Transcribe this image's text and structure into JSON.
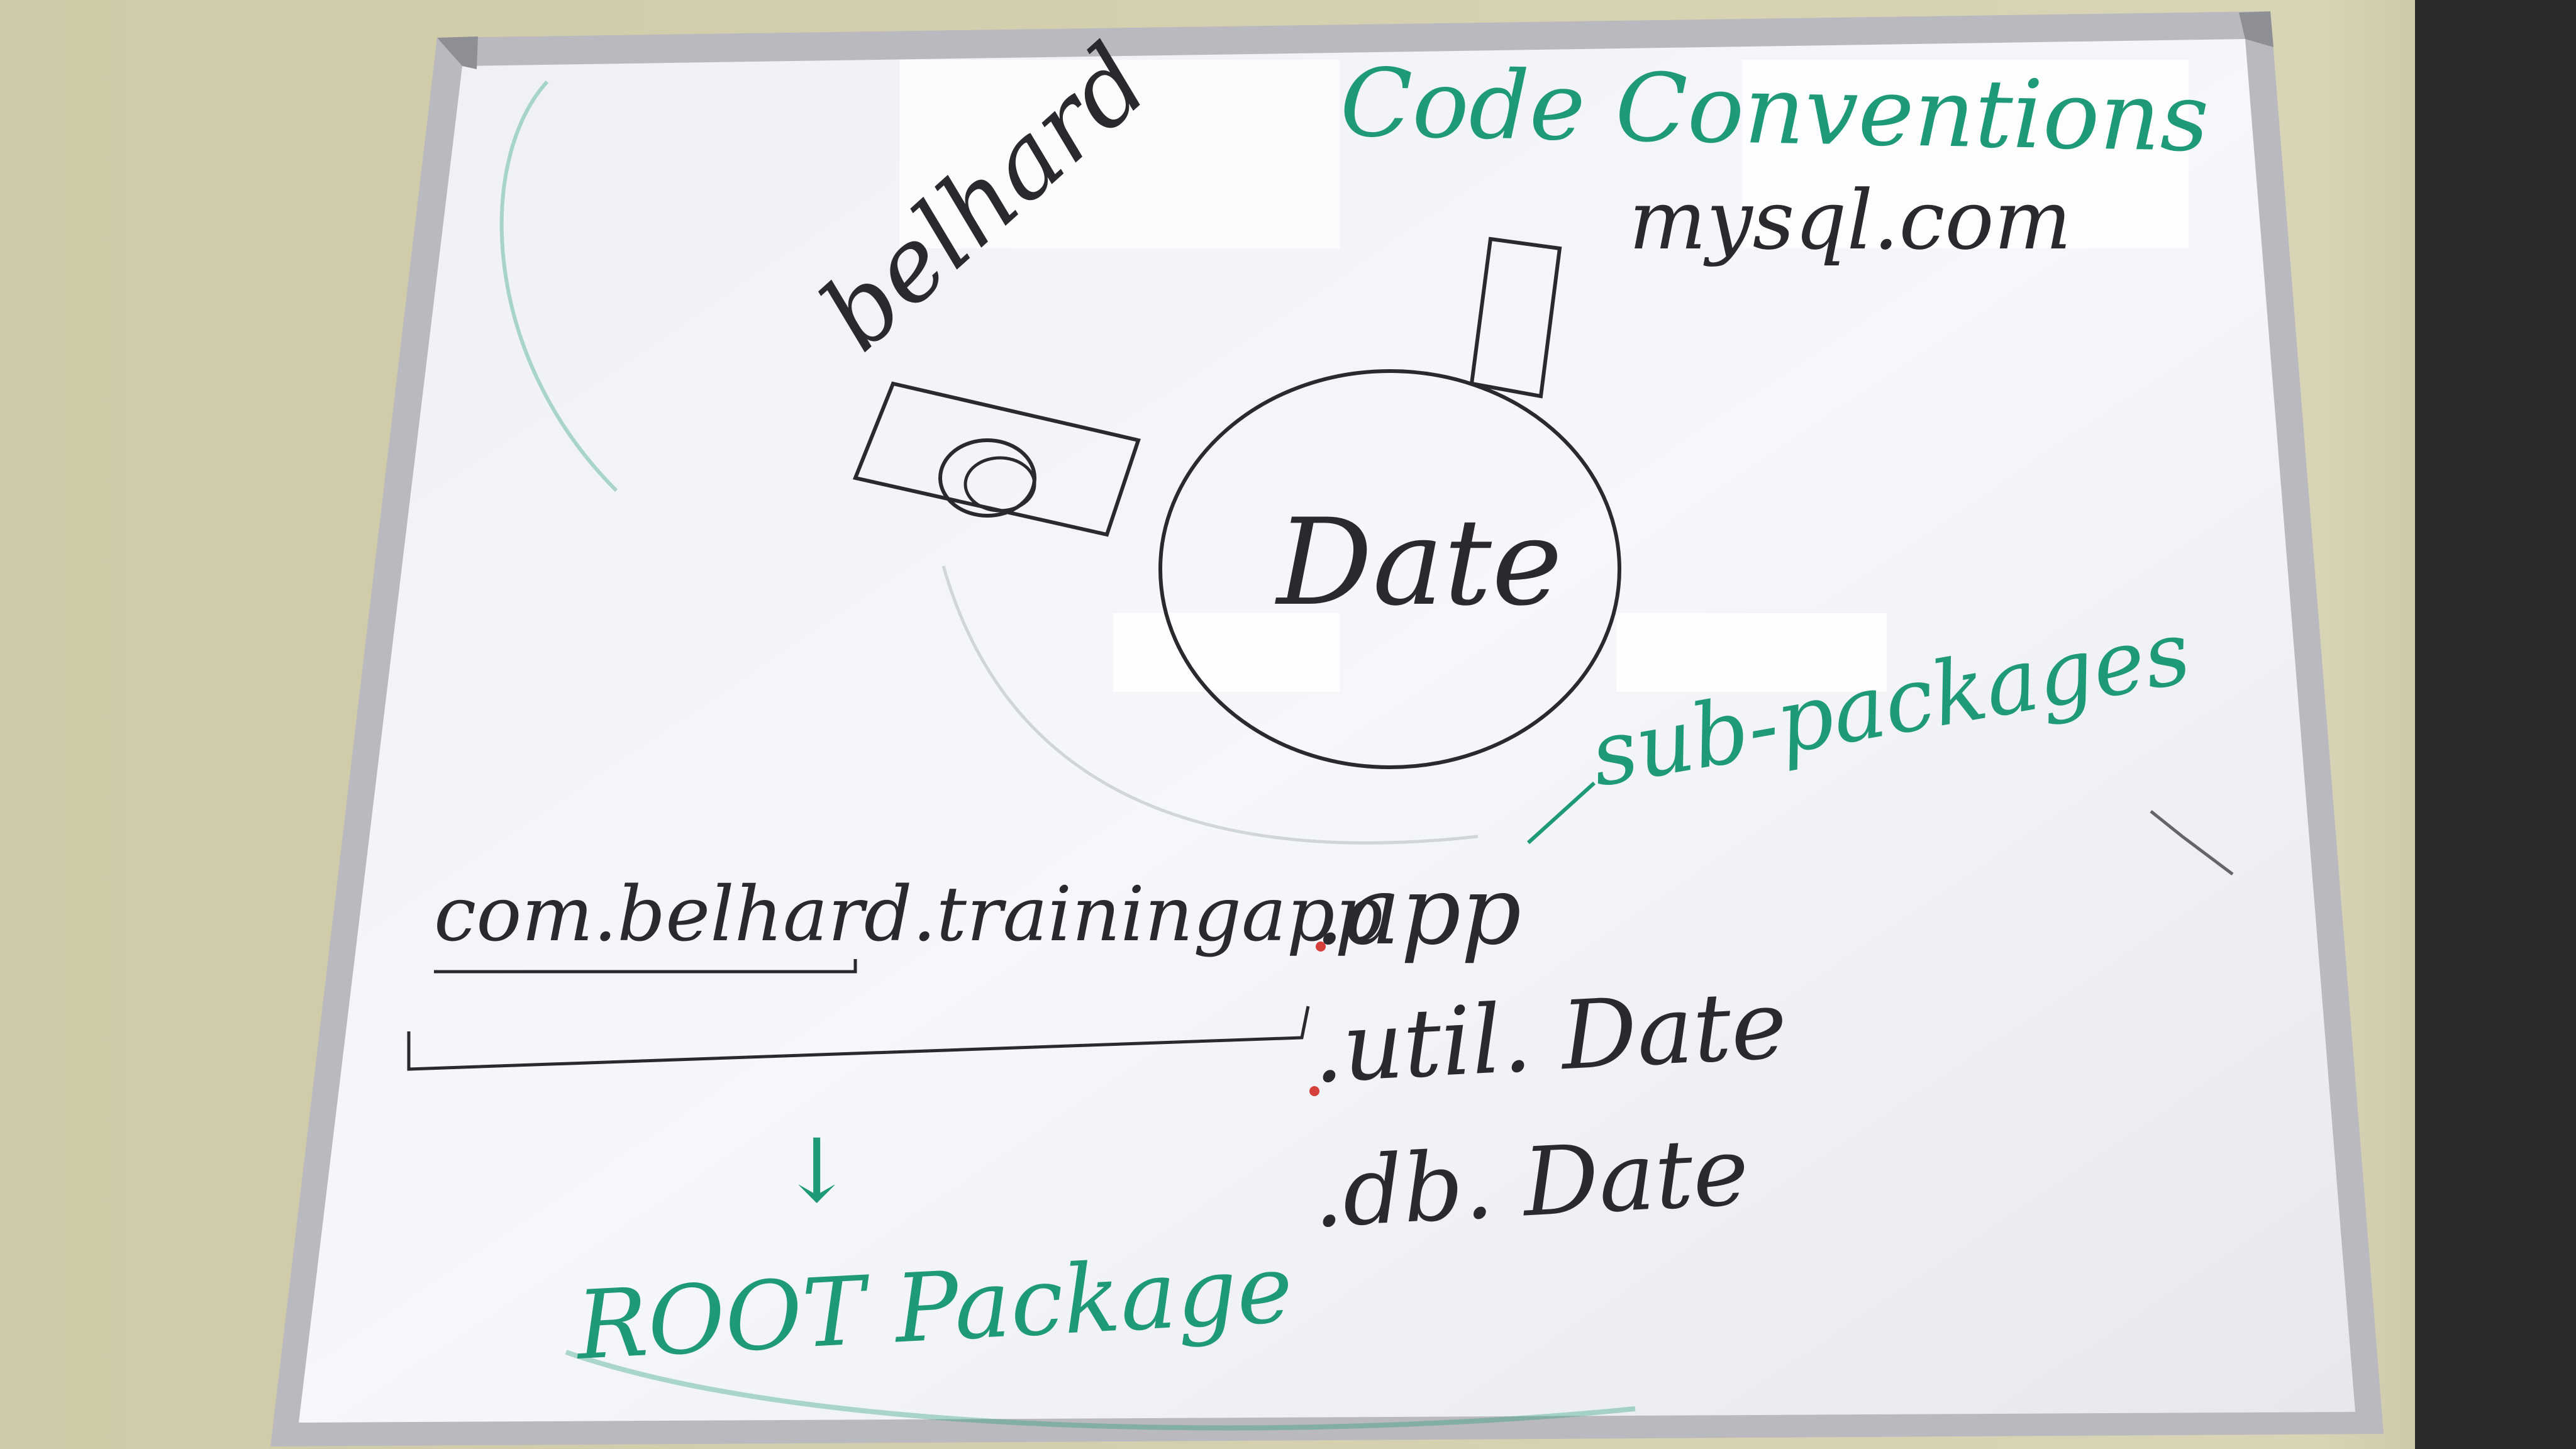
{
  "whiteboard": {
    "heading": "Code Conventions",
    "top_left_word": "belhard",
    "top_right_word": "mysql.com",
    "circle_label": "Date",
    "sub_packages_label": "sub-packages",
    "package_root": "com.belhard.trainingapp",
    "package_suffixes": [
      ".app",
      ".util. Date",
      ".db. Date"
    ],
    "root_package_label": "ROOT Package",
    "arrow_glyph": "↓"
  },
  "colors": {
    "wall": "#d3cfae",
    "frame": "#b9b9bf",
    "board": "#f2f3f7",
    "black_marker": "#2a2a2e",
    "green_marker": "#1f9a78",
    "red_marker": "#d6403a"
  }
}
